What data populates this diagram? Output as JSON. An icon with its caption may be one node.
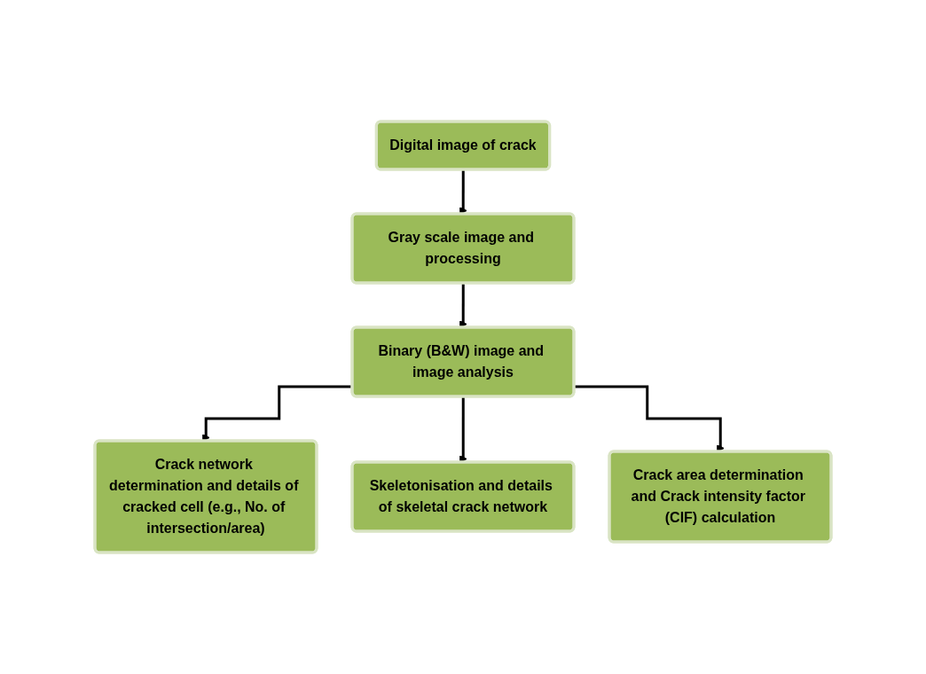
{
  "diagram": {
    "nodes": [
      {
        "text": [
          "Digital image of crack"
        ]
      },
      {
        "text": [
          "Gray scale image and processing"
        ]
      },
      {
        "text": [
          "Binary (B&W) image and image analysis"
        ]
      },
      {
        "text": [
          "Crack network determination and details of cracked cell (e.g., No. of intersection/area)"
        ]
      },
      {
        "text": [
          "Skeletonisation and details of skeletal crack network"
        ]
      },
      {
        "text": [
          "Crack area determination and Crack intensity factor (CIF) calculation"
        ]
      }
    ],
    "edges": [
      {
        "from": 0,
        "to": 1,
        "arrow": "to"
      },
      {
        "from": 1,
        "to": 2,
        "arrow": "to"
      },
      {
        "from": 2,
        "to": 3,
        "arrow": "to"
      },
      {
        "from": 2,
        "to": 4,
        "arrow": "to"
      },
      {
        "from": 2,
        "to": 5,
        "arrow": "to"
      }
    ]
  }
}
